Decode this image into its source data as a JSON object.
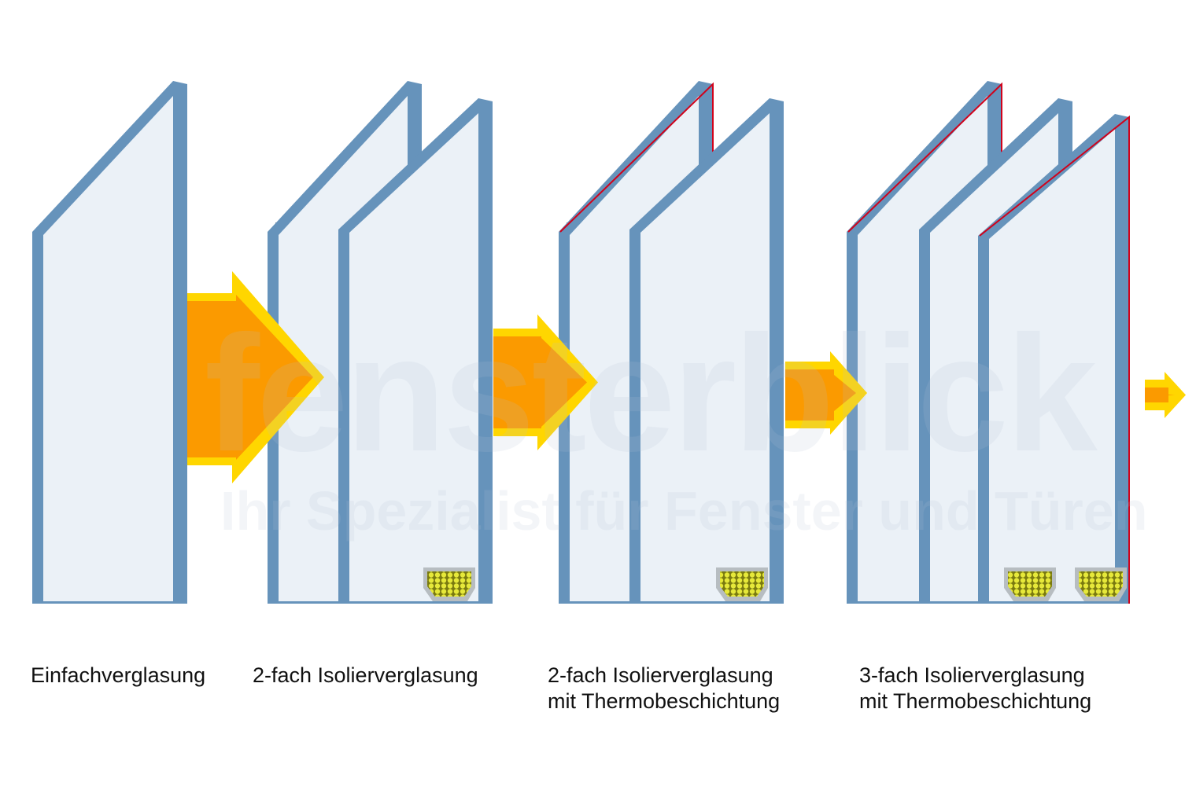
{
  "watermark": {
    "brand": "fensterblick",
    "tagline": "Ihr Spezialist für Fenster und Türen"
  },
  "labels": [
    {
      "line1": "Einfachverglasung"
    },
    {
      "line1": "2-fach Isolierverglasung"
    },
    {
      "line1": "2-fach Isolierverglasung",
      "line2": "mit Thermobeschichtung"
    },
    {
      "line1": "3-fach Isolierverglasung",
      "line2": "mit Thermobeschichtung"
    }
  ],
  "colors": {
    "glass_edge": "#6693bb",
    "glass_face": "#f2f6fa",
    "arrow_fill": "#fb9a00",
    "arrow_border": "#ffd600",
    "coating": "#d0021b",
    "desiccant": "#e6e83a"
  }
}
